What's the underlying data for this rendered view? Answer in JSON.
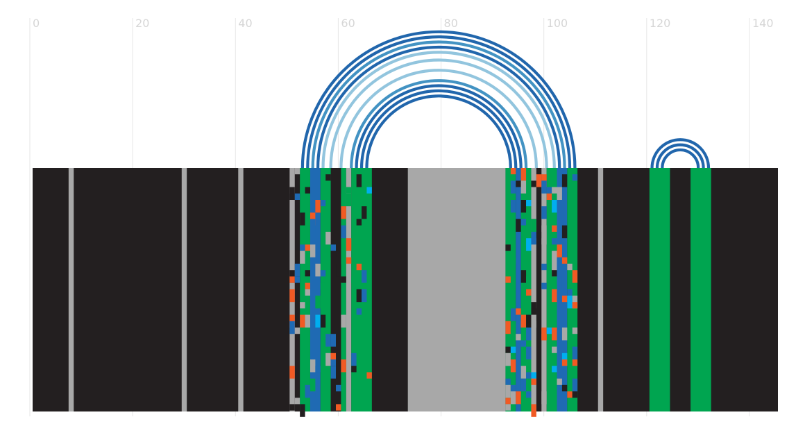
{
  "chart_data": {
    "type": "heatmap",
    "title": "",
    "xlabel": "",
    "ylabel": "",
    "xlim": [
      0,
      145
    ],
    "grid": true,
    "x_ticks": [
      {
        "value": 0,
        "label": "0"
      },
      {
        "value": 20,
        "label": "20"
      },
      {
        "value": 40,
        "label": "40"
      },
      {
        "value": 60,
        "label": "60"
      },
      {
        "value": 80,
        "label": "80"
      },
      {
        "value": 100,
        "label": "100"
      },
      {
        "value": 120,
        "label": "120"
      },
      {
        "value": 140,
        "label": "140"
      }
    ],
    "colors": {
      "background": "#231f20",
      "gray": "#a8a8a8",
      "green": "#00a550",
      "blue": "#1f6ab3",
      "orange": "#f15a24",
      "cyan": "#00aeef",
      "arc_dark": "#2166ac",
      "arc_mid": "#4393c3",
      "arc_light": "#92c5de",
      "grid": "#e6e6e6",
      "tick_text": "#d6d6d6"
    },
    "columns": [
      {
        "x0": 7,
        "x1": 8,
        "color": "gray"
      },
      {
        "x0": 29,
        "x1": 30,
        "color": "gray"
      },
      {
        "x0": 40,
        "x1": 41,
        "color": "gray"
      },
      {
        "x0": 50,
        "x1": 51,
        "color": "gray"
      },
      {
        "x0": 52,
        "x1": 54,
        "color": "green"
      },
      {
        "x0": 54,
        "x1": 56,
        "color": "blue"
      },
      {
        "x0": 56,
        "x1": 58,
        "color": "green"
      },
      {
        "x0": 60,
        "x1": 61,
        "color": "green"
      },
      {
        "x0": 61,
        "x1": 62,
        "color": "gray"
      },
      {
        "x0": 62,
        "x1": 66,
        "color": "green"
      },
      {
        "x0": 73,
        "x1": 92,
        "color": "gray"
      },
      {
        "x0": 92,
        "x1": 94,
        "color": "green"
      },
      {
        "x0": 94,
        "x1": 95,
        "color": "blue"
      },
      {
        "x0": 95,
        "x1": 97,
        "color": "green"
      },
      {
        "x0": 97,
        "x1": 98,
        "color": "gray"
      },
      {
        "x0": 99,
        "x1": 100,
        "color": "gray"
      },
      {
        "x0": 100,
        "x1": 102,
        "color": "green"
      },
      {
        "x0": 102,
        "x1": 104,
        "color": "blue"
      },
      {
        "x0": 104,
        "x1": 106,
        "color": "green"
      },
      {
        "x0": 110,
        "x1": 111,
        "color": "gray"
      },
      {
        "x0": 120,
        "x1": 124,
        "color": "green"
      },
      {
        "x0": 128,
        "x1": 132,
        "color": "green"
      }
    ],
    "arcs": [
      {
        "center": 79,
        "radius": 26.5,
        "shade": "dark"
      },
      {
        "center": 79,
        "radius": 25.5,
        "shade": "dark"
      },
      {
        "center": 79,
        "radius": 24.5,
        "shade": "mid"
      },
      {
        "center": 79,
        "radius": 23.5,
        "shade": "dark"
      },
      {
        "center": 79,
        "radius": 22.5,
        "shade": "light"
      },
      {
        "center": 79,
        "radius": 21.0,
        "shade": "light"
      },
      {
        "center": 79,
        "radius": 19.0,
        "shade": "light"
      },
      {
        "center": 79,
        "radius": 17.0,
        "shade": "mid"
      },
      {
        "center": 79,
        "radius": 16.0,
        "shade": "dark"
      },
      {
        "center": 79,
        "radius": 15.0,
        "shade": "dark"
      },
      {
        "center": 79,
        "radius": 14.0,
        "shade": "dark"
      },
      {
        "center": 126,
        "radius": 5.5,
        "shade": "dark"
      },
      {
        "center": 126,
        "radius": 4.5,
        "shade": "dark"
      },
      {
        "center": 126,
        "radius": 3.5,
        "shade": "dark"
      }
    ],
    "speckle_regions": [
      {
        "x0": 50,
        "x1": 66,
        "seed": 11
      },
      {
        "x0": 92,
        "x1": 106,
        "seed": 23
      }
    ]
  }
}
